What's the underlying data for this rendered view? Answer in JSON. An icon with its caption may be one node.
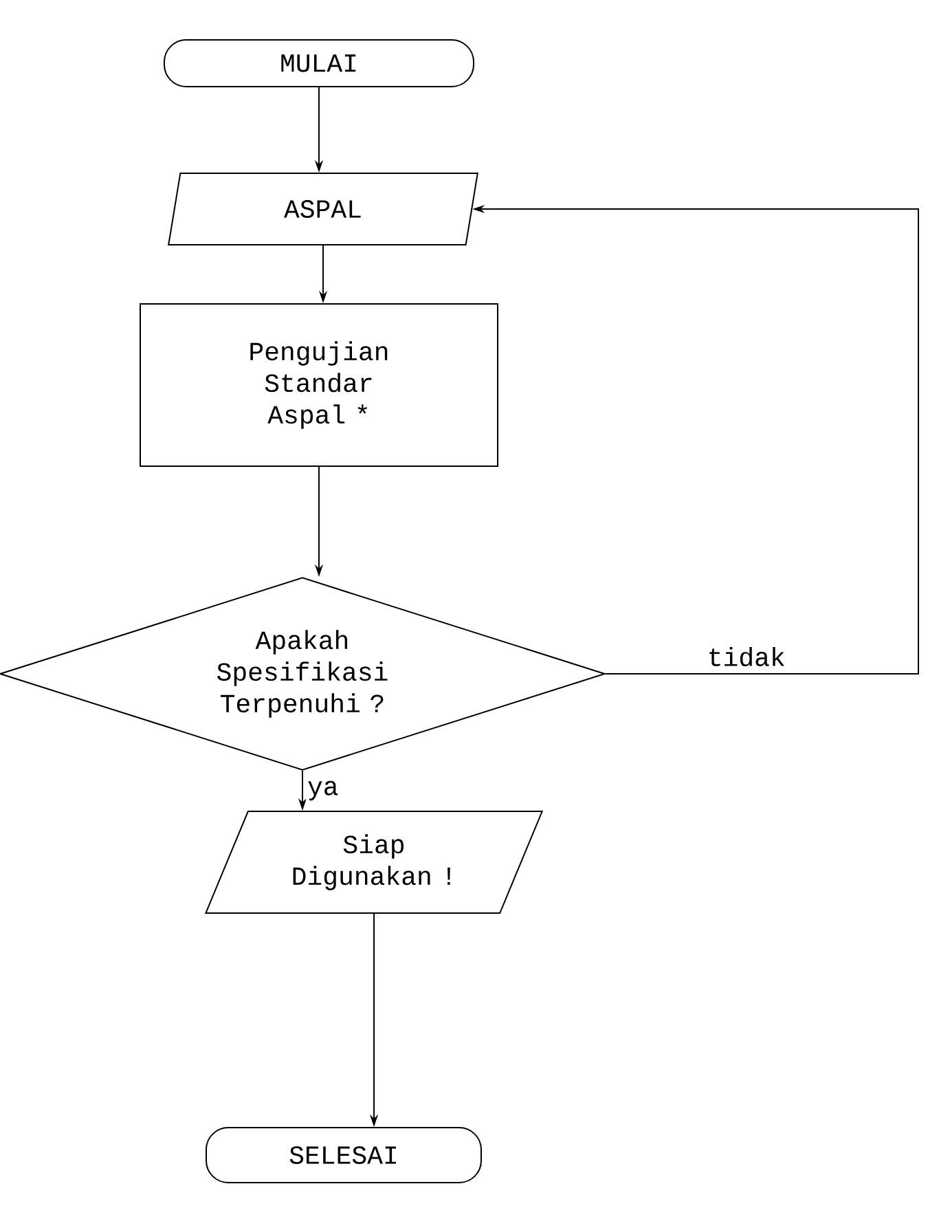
{
  "diagram": {
    "nodes": [
      {
        "text": [
          "MULAI"
        ]
      },
      {
        "text": [
          "ASPAL"
        ]
      },
      {
        "text": [
          "Pengujian Standar Aspal *"
        ]
      },
      {
        "text": [
          "Apakah Spesifikasi Terpenuhi ?"
        ]
      },
      {
        "text": [
          "Siap Digunakan !"
        ]
      },
      {
        "text": [
          "SELESAI"
        ]
      }
    ],
    "edges": [
      {
        "from": 0,
        "to": 1,
        "arrow": "to"
      },
      {
        "from": 1,
        "to": 2,
        "arrow": "to"
      },
      {
        "from": 2,
        "to": 3,
        "arrow": "to"
      },
      {
        "from": 3,
        "to": 4,
        "arrow": "to",
        "label": "ya"
      },
      {
        "from": 4,
        "to": 5,
        "arrow": "to"
      },
      {
        "from": 3,
        "to": 1,
        "arrow": "to",
        "label": "tidak"
      }
    ]
  }
}
